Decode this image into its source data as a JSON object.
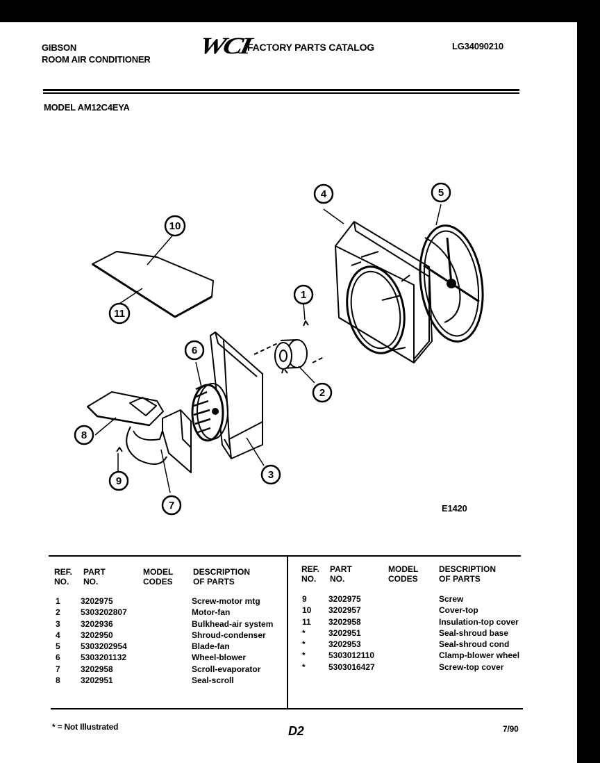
{
  "header": {
    "brand": "GIBSON",
    "product": "ROOM AIR CONDITIONER",
    "logo": "WCI",
    "catalog": "FACTORY PARTS CATALOG",
    "catalog_number": "LG34090210",
    "model": "MODEL AM12C4EYA"
  },
  "diagram": {
    "figure_code": "E1420",
    "callouts": [
      "1",
      "2",
      "3",
      "4",
      "5",
      "6",
      "7",
      "8",
      "9",
      "10",
      "11"
    ]
  },
  "table_headers": {
    "ref": [
      "REF.",
      "NO."
    ],
    "part": [
      "PART",
      "NO."
    ],
    "model": [
      "MODEL",
      "CODES"
    ],
    "description": [
      "DESCRIPTION",
      "OF PARTS"
    ]
  },
  "parts_left": [
    {
      "ref": "1",
      "part": "3202975",
      "model": "",
      "desc": "Screw-motor mtg"
    },
    {
      "ref": "2",
      "part": "5303202807",
      "model": "",
      "desc": "Motor-fan"
    },
    {
      "ref": "3",
      "part": "3202936",
      "model": "",
      "desc": "Bulkhead-air system"
    },
    {
      "ref": "4",
      "part": "3202950",
      "model": "",
      "desc": "Shroud-condenser"
    },
    {
      "ref": "5",
      "part": "5303202954",
      "model": "",
      "desc": "Blade-fan"
    },
    {
      "ref": "6",
      "part": "5303201132",
      "model": "",
      "desc": "Wheel-blower"
    },
    {
      "ref": "7",
      "part": "3202958",
      "model": "",
      "desc": "Scroll-evaporator"
    },
    {
      "ref": "8",
      "part": "3202951",
      "model": "",
      "desc": "Seal-scroll"
    }
  ],
  "parts_right": [
    {
      "ref": "9",
      "part": "3202975",
      "model": "",
      "desc": "Screw"
    },
    {
      "ref": "10",
      "part": "3202957",
      "model": "",
      "desc": "Cover-top"
    },
    {
      "ref": "11",
      "part": "3202958",
      "model": "",
      "desc": "Insulation-top cover"
    },
    {
      "ref": "*",
      "part": "3202951",
      "model": "",
      "desc": "Seal-shroud base"
    },
    {
      "ref": "*",
      "part": "3202953",
      "model": "",
      "desc": "Seal-shroud cond"
    },
    {
      "ref": "*",
      "part": "5303012110",
      "model": "",
      "desc": "Clamp-blower wheel"
    },
    {
      "ref": "*",
      "part": "5303016427",
      "model": "",
      "desc": "Screw-top cover"
    }
  ],
  "footer": {
    "note": "* = Not Illustrated",
    "page": "D2",
    "date": "7/90"
  }
}
